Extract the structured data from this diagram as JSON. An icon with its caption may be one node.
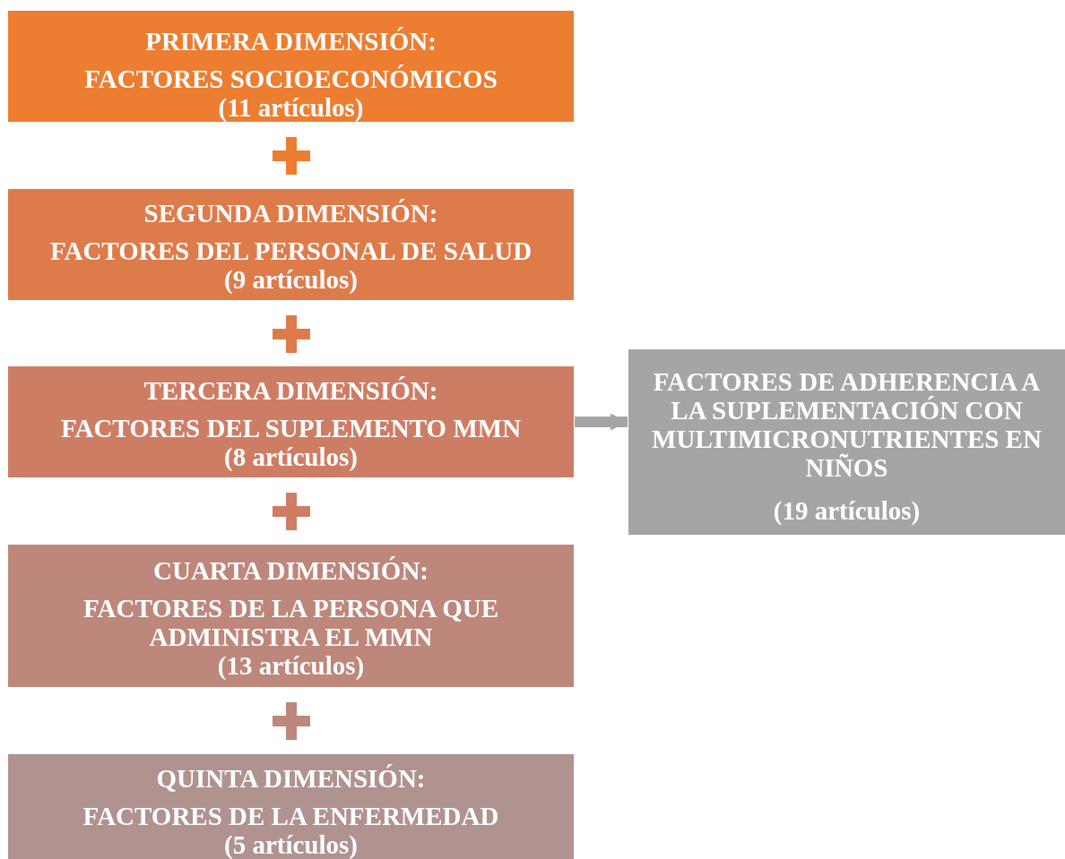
{
  "diagram": {
    "nodes": [
      {
        "text": [
          "PRIMERA DIMENSIÓN:",
          "FACTORES SOCIOECONÓMICOS",
          "(11 artículos)"
        ]
      },
      {
        "text": [
          "SEGUNDA DIMENSIÓN:",
          "FACTORES DEL PERSONAL DE SALUD",
          "(9 artículos)"
        ]
      },
      {
        "text": [
          "TERCERA DIMENSIÓN:",
          "FACTORES DEL SUPLEMENTO MMN",
          "(8 artículos)"
        ]
      },
      {
        "text": [
          "CUARTA DIMENSIÓN:",
          "FACTORES DE LA PERSONA QUE ADMINISTRA EL MMN",
          "(13 artículos)"
        ]
      },
      {
        "text": [
          "QUINTA DIMENSIÓN:",
          "FACTORES DE LA ENFERMEDAD",
          "(5 artículos)"
        ]
      },
      {
        "text": [
          "FACTORES DE ADHERENCIA A LA SUPLEMENTACIÓN CON MULTIMICRONUTRIENTES EN NIÑOS",
          "(19 artículos)"
        ]
      }
    ],
    "edges": [
      {
        "from": 2,
        "to": 5,
        "arrow": "to"
      }
    ]
  }
}
